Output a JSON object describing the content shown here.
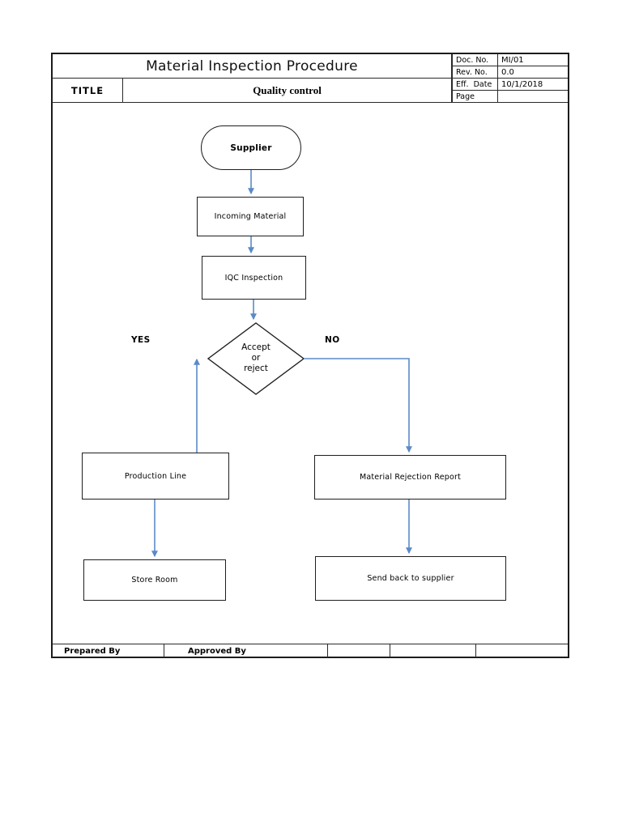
{
  "header": {
    "title": "Material Inspection Procedure",
    "title_label": "TITLE",
    "subtitle": "Quality control",
    "meta": [
      {
        "label": "Doc. No.",
        "value": "MI/01"
      },
      {
        "label": "Rev. No.",
        "value": "0.0"
      },
      {
        "label": "Eff.  Date",
        "value": "10/1/2018"
      },
      {
        "label": "Page",
        "value": ""
      }
    ]
  },
  "flowchart": {
    "nodes": {
      "supplier": "Supplier",
      "incoming": "Incoming Material",
      "iqc": "IQC Inspection",
      "decision": {
        "line1": "Accept",
        "line2": "or",
        "line3": "reject"
      },
      "production": "Production Line",
      "store": "Store Room",
      "rejection": "Material Rejection Report",
      "sendback": "Send back to supplier"
    },
    "labels": {
      "yes": "YES",
      "no": "NO"
    },
    "colors": {
      "arrow": "#5b8ac6",
      "node_border": "#1f1f1f",
      "table_border": "#1c1c1c"
    }
  },
  "footer": {
    "prepared_by": "Prepared By",
    "approved_by": "Approved By"
  }
}
